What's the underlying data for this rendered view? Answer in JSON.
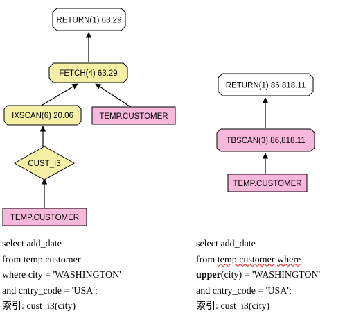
{
  "left_plan": {
    "return_node": "RETURN(1) 63.29",
    "fetch_node": "FETCH(4) 63.29",
    "ixscan_node": "IXSCAN(6) 20.06",
    "fetch_table": "TEMP.CUSTOMER",
    "index_node": "CUST_I3",
    "index_table": "TEMP.CUSTOMER"
  },
  "right_plan": {
    "return_node": "RETURN(1) 86,818.11",
    "tbscan_node": "TBSCAN(3) 86,818.11",
    "table_node": "TEMP.CUSTOMER"
  },
  "left_sql": {
    "line1": "select add_date",
    "line2": "from temp.customer",
    "line3": "where city = 'WASHINGTON'",
    "line4": "and cntry_code = 'USA';",
    "line5": "索引: cust_i3(city)"
  },
  "right_sql": {
    "line1": "select add_date",
    "line2_prefix": "from ",
    "line2_squiggle1": "temp.customer",
    "line2_space": " ",
    "line2_squiggle2": "where",
    "line3_keyword": "upper",
    "line3_rest": "(city) = 'WASHINGTON'",
    "line4": "and cntry_code = 'USA';",
    "line5": "索引: cust_i3(city)"
  },
  "colors": {
    "return_fill": "#ffffff",
    "operator_fill": "#f5f0a6",
    "table_fill": "#f7b8dc",
    "tbscan_fill": "#f7b8dc",
    "index_fill": "#f5f0a6",
    "edge": "#000000"
  }
}
